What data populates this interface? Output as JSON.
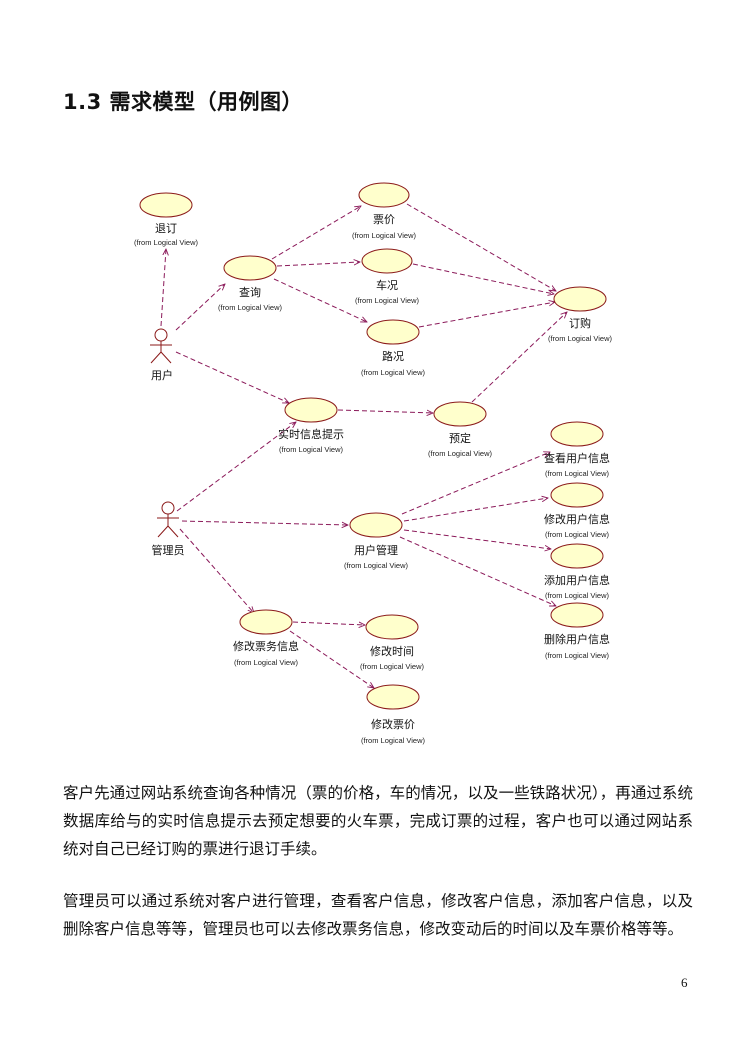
{
  "heading": "1.3 需求模型（用例图）",
  "diagram": {
    "from_text": "(from Logical View)",
    "actors": [
      {
        "id": "user",
        "name": "用户"
      },
      {
        "id": "admin",
        "name": "管理员"
      }
    ],
    "use_cases": [
      {
        "id": "tuiding",
        "name": "退订"
      },
      {
        "id": "piaojia",
        "name": "票价"
      },
      {
        "id": "chakuang",
        "name": "车况"
      },
      {
        "id": "chaxun",
        "name": "查询"
      },
      {
        "id": "dinggou",
        "name": "订购"
      },
      {
        "id": "lukuang",
        "name": "路况"
      },
      {
        "id": "shishi",
        "name": "实时信息提示"
      },
      {
        "id": "yuding",
        "name": "预定"
      },
      {
        "id": "chakan",
        "name": "查看用户信息"
      },
      {
        "id": "xiugaiyh",
        "name": "修改用户信息"
      },
      {
        "id": "yhgl",
        "name": "用户管理"
      },
      {
        "id": "tianjia",
        "name": "添加用户信息"
      },
      {
        "id": "shanchu",
        "name": "删除用户信息"
      },
      {
        "id": "xgpw",
        "name": "修改票务信息"
      },
      {
        "id": "xgsj",
        "name": "修改时间"
      },
      {
        "id": "xgpj",
        "name": "修改票价"
      }
    ]
  },
  "paragraphs": [
    "客户先通过网站系统查询各种情况（票的价格，车的情况，以及一些铁路状况），再通过系统数据库给与的实时信息提示去预定想要的火车票，完成订票的过程，客户也可以通过网站系统对自己已经订购的票进行退订手续。",
    "管理员可以通过系统对客户进行管理，查看客户信息，修改客户信息，添加客户信息，以及删除客户信息等等，管理员也可以去修改票务信息，修改变动后的时间以及车票价格等等。"
  ],
  "page_number": "6"
}
